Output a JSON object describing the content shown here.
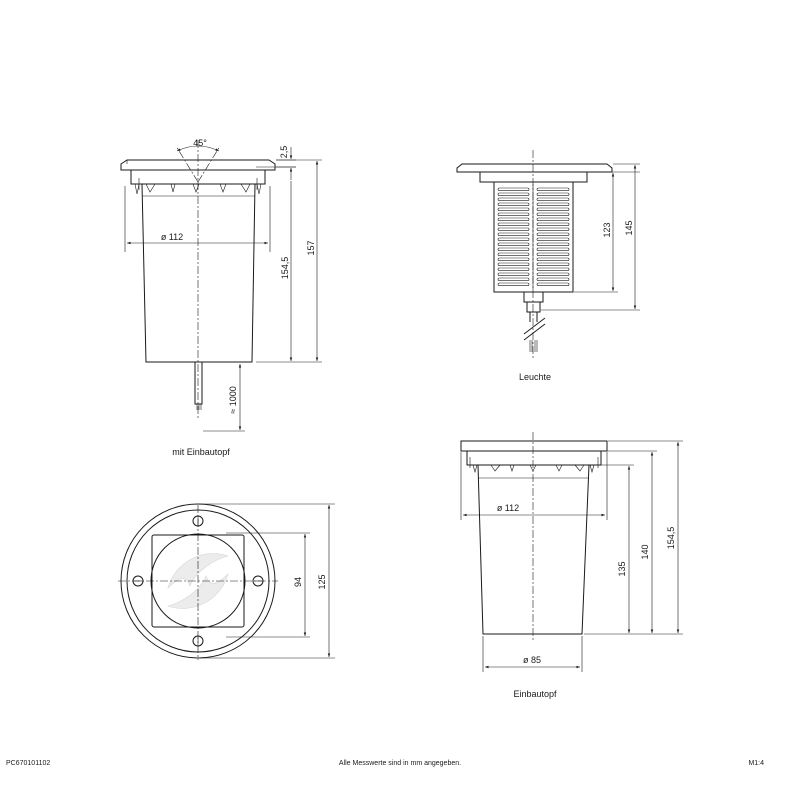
{
  "labels": {
    "angle": "45°",
    "top_plate_thickness": "2,5",
    "diameter_top_left": "ø 112",
    "height_sleeve_left": "154,5",
    "height_total_left": "157",
    "cable_length": "≈ 1000",
    "luminaire_height_inner": "123",
    "luminaire_height_total": "145",
    "diameter_top_right": "ø 112",
    "diameter_bottom_right": "ø 85",
    "height_135": "135",
    "height_140": "140",
    "height_154_5": "154,5",
    "cover_inner": "94",
    "cover_outer": "125"
  },
  "captions": {
    "with_sleeve": "mit Einbautopf",
    "luminaire": "Leuchte",
    "sleeve": "Einbautopf"
  },
  "footer": {
    "article_number": "PC670101102",
    "note": "Alle Messwerte sind in mm angegeben.",
    "scale": "M1:4"
  }
}
